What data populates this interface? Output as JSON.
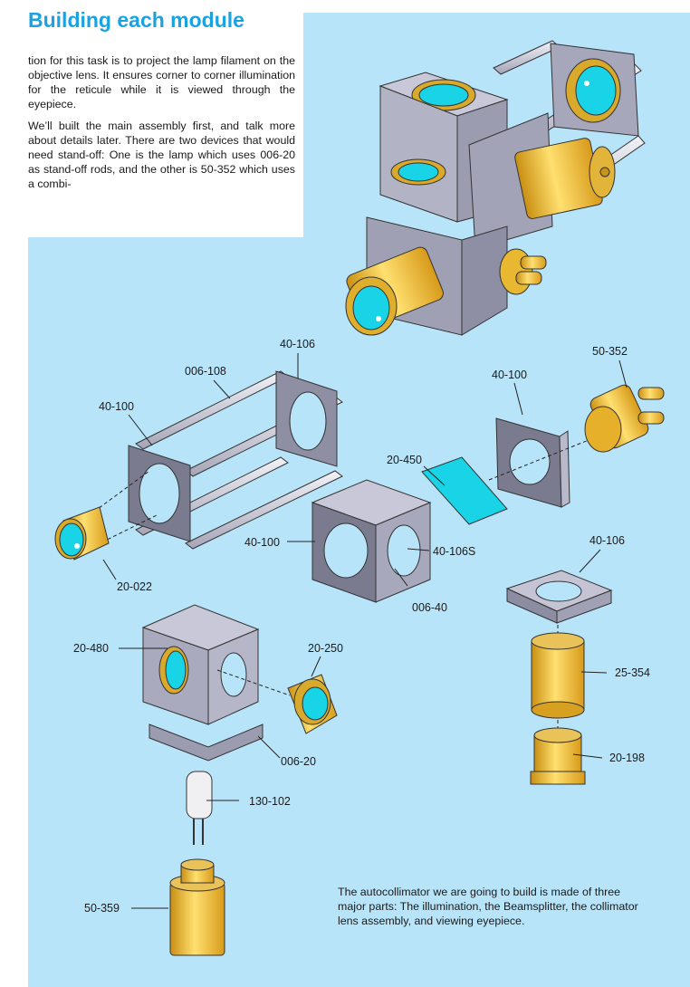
{
  "header": {
    "title": "Building each module"
  },
  "intro": {
    "paragraphs": [
      "tion for this task is to project the lamp filament on the objective lens. It ensures corner to corner illumination for the reticule while it is viewed through the eyepiece.",
      "We’ll built the main assembly first, and talk more about details later. There are two devices that would need stand-off: One is the lamp which uses 006-20 as stand-off rods, and the other is 50-352 which uses a combi-"
    ]
  },
  "caption": {
    "text": "The autocollimator we are going to build is made of three major parts: The illumination, the Beamsplitter, the collimator lens assembly, and viewing eyepiece."
  },
  "part_labels": {
    "frame_end_plate_a": "40-106",
    "frame_rods": "006-108",
    "frame_plate_a": "40-100",
    "plate_b": "40-100",
    "module_50_352": "50-352",
    "beamsplitter_plate": "20-450",
    "lens_20_022": "20-022",
    "cube_plate": "40-100",
    "cube_side_plate": "40-106S",
    "cube_rods": "006-40",
    "top_plate": "40-106",
    "tube_25_354": "25-354",
    "tube_20_198": "20-198",
    "mirror_20_480": "20-480",
    "lens_20_250": "20-250",
    "standoff_006_20": "006-20",
    "lamp_130_102": "130-102",
    "socket_50_359": "50-359"
  },
  "colors": {
    "title": "#1aa3e0",
    "panel": "#b8e4f9",
    "metal": "#a9a9bd",
    "metal_dark": "#6e6e82",
    "brass": "#e8b830",
    "glass": "#19d3e6"
  }
}
